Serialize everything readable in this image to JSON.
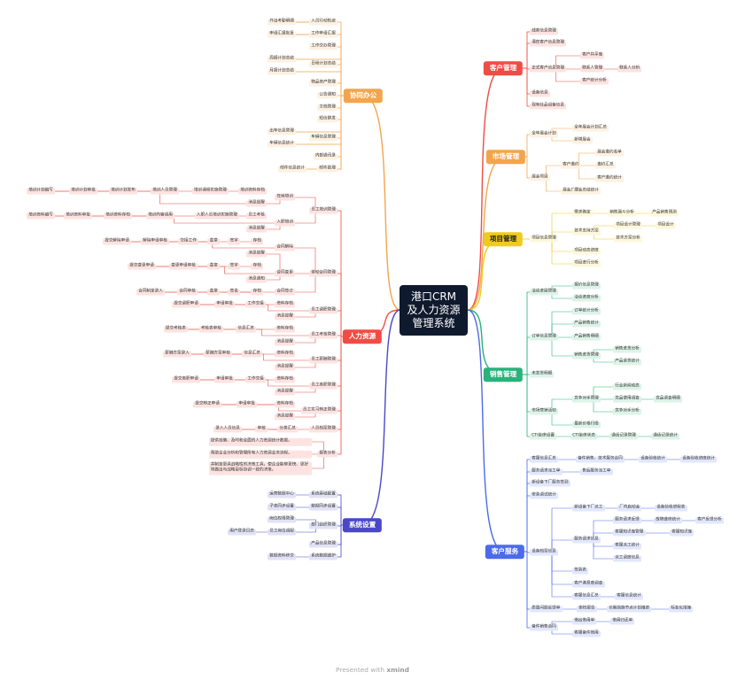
{
  "center": {
    "title_line1": "港口CRM",
    "title_line2": "及人力资源",
    "title_line3": "管理系统"
  },
  "footer": {
    "presented": "Presented with",
    "brand": "xmind"
  },
  "colors": {
    "office": "#f2a54c",
    "hr": "#ef4d44",
    "system": "#4a48c8",
    "customer": "#ef4d44",
    "market": "#f2a54c",
    "project": "#f0ca1f",
    "sales": "#29b27a",
    "service": "#4b6bea"
  },
  "branches": {
    "office": {
      "label": "协同办公",
      "items": [
        "外出考勤明细",
        "入员行动轨迹",
        "申请汇报批复",
        "工作申请汇报",
        "工作交办管理",
        "周报计划总结",
        "月报计划总结",
        "日程计划总结",
        "物品资产管理",
        "公告通知",
        "文档管理",
        "短信群发",
        "出车信息管理",
        "车辆信息统计",
        "车辆信息管理",
        "内部通讯录",
        "邮件信息统计",
        "邮件助理"
      ]
    },
    "hr": {
      "label": "人力资源",
      "items": [
        "员工培训管理",
        "在岗培训",
        "消息提醒",
        "培训计划编写",
        "培训计划审批",
        "培训计划发布",
        "培训人员管理",
        "培训课程实施管理",
        "培训资料存档",
        "入职培训",
        "培训资料编写",
        "培训资料审批",
        "培训资料存档",
        "培训内容调用",
        "入职人员培训实施管理",
        "员工考核",
        "消息提醒",
        "劳动合同管理",
        "合同解除",
        "提交解除申请",
        "解除申请审核",
        "交接工作",
        "盖章",
        "签字",
        "存档",
        "合同变更",
        "消息提醒",
        "提交变更申请",
        "变更申请审核",
        "盖章",
        "签字",
        "存档",
        "消息通知",
        "合同签订",
        "合同制定录入",
        "合同审核",
        "盖章",
        "签名",
        "存档",
        "员工调职管理",
        "提交调职申请",
        "申请审批",
        "工作交接",
        "资料存档",
        "消息提醒",
        "员工考核管理",
        "提交考核表",
        "考核表审核",
        "信息汇总",
        "资料存档",
        "消息提醒",
        "员工薪酬管理",
        "薪酬方案录入",
        "薪酬方案审核",
        "信息汇总",
        "资料存档",
        "消息提醒",
        "员工离职管理",
        "提交离职申请",
        "申请审批",
        "工作交接",
        "资料存档",
        "消息提醒",
        "员工实习转正管理",
        "提交转正申请",
        "申请审批",
        "资料存档",
        "消息提醒",
        "人员档案管理",
        "录入人员信息",
        "审核",
        "分类汇总",
        "报表分析",
        "提供准确、及时和全面的人力资源统计数据。",
        "帮助企业分析和管理所有人力资源业务流程。",
        "并制定更具战略性的决策工具，使企业能够更快、更好地做出与战略目标协调一致的决策。"
      ]
    },
    "system": {
      "label": "系统设置",
      "items": [
        "系统基础配置",
        "运营数据中心",
        "数据同步设置",
        "子表同步设置",
        "部门组织管理",
        "岗位权限管理",
        "员工岗位调配",
        "用户登录日志",
        "产品信息管理",
        "系统数据维护",
        "数据资料移交"
      ]
    },
    "customer": {
      "label": "客户管理",
      "items": [
        "线索信息管理",
        "潜在客户信息管理",
        "正式客户信息管理",
        "客户共享库",
        "联系人管理",
        "联系人分析",
        "客户统计分析",
        "设备信息",
        "现有社品设备信息"
      ]
    },
    "market": {
      "label": "市场管理",
      "items": [
        "全年展会计划",
        "全年展会计划汇总",
        "新增展会",
        "展会项目",
        "客户邀约",
        "展会邀约名单",
        "邀约汇总",
        "客户邀约统计",
        "展会总结",
        "展会总结统计"
      ]
    },
    "project": {
      "label": "项目管理",
      "items": [
        "项目信息管理",
        "需求确定",
        "销售漏斗分析",
        "产品销售预测",
        "技术支持方案",
        "项目设计管理",
        "项目设计",
        "技术方案分析",
        "项目动态进度",
        "项目进行分析"
      ]
    },
    "sales": {
      "label": "销售管理",
      "items": [
        "洽谈进展管理",
        "报价信息管理",
        "洽谈进度分析",
        "订单信息管理",
        "订单统计分析",
        "产品销售统计",
        "产品销售明细",
        "销售进货管理",
        "销售进货分析",
        "产品退货统计",
        "未发货明细",
        "市场营销活动",
        "竞争对手管理",
        "行业新闻动态",
        "竞品使用调查",
        "竞品调查明细",
        "竞争对手分析",
        "最新价格行情",
        "CTI坐席设置",
        "CTI坐席状态",
        "通话记录管理",
        "通话记录统计"
      ]
    },
    "service": {
      "label": "客户服务",
      "items": [
        "客服信息汇总",
        "备件销售、技术服务合同",
        "设备验收统计",
        "设备验收进度统计",
        "服务请求派工单",
        "售后服务派工单",
        "新设备下厂服务签到",
        "安装调试统计",
        "设备档案信息",
        "新设备下厂派工",
        "厂内启动会",
        "设备验收进程表",
        "服务请求信息",
        "服务请求反馈",
        "故障维修统计",
        "客户反馈分析",
        "客服知识库管理",
        "客服知识库",
        "客服派工统计",
        "派工调度信息",
        "签到表",
        "客户满意度调查",
        "客服信息汇总",
        "客服信息统计",
        "质量问题反馈单",
        "索权报告",
        "长期措施节点计划推进",
        "标准化措施",
        "备件销售合同",
        "借出借用单",
        "借用归还单",
        "客服备件借用"
      ]
    }
  }
}
